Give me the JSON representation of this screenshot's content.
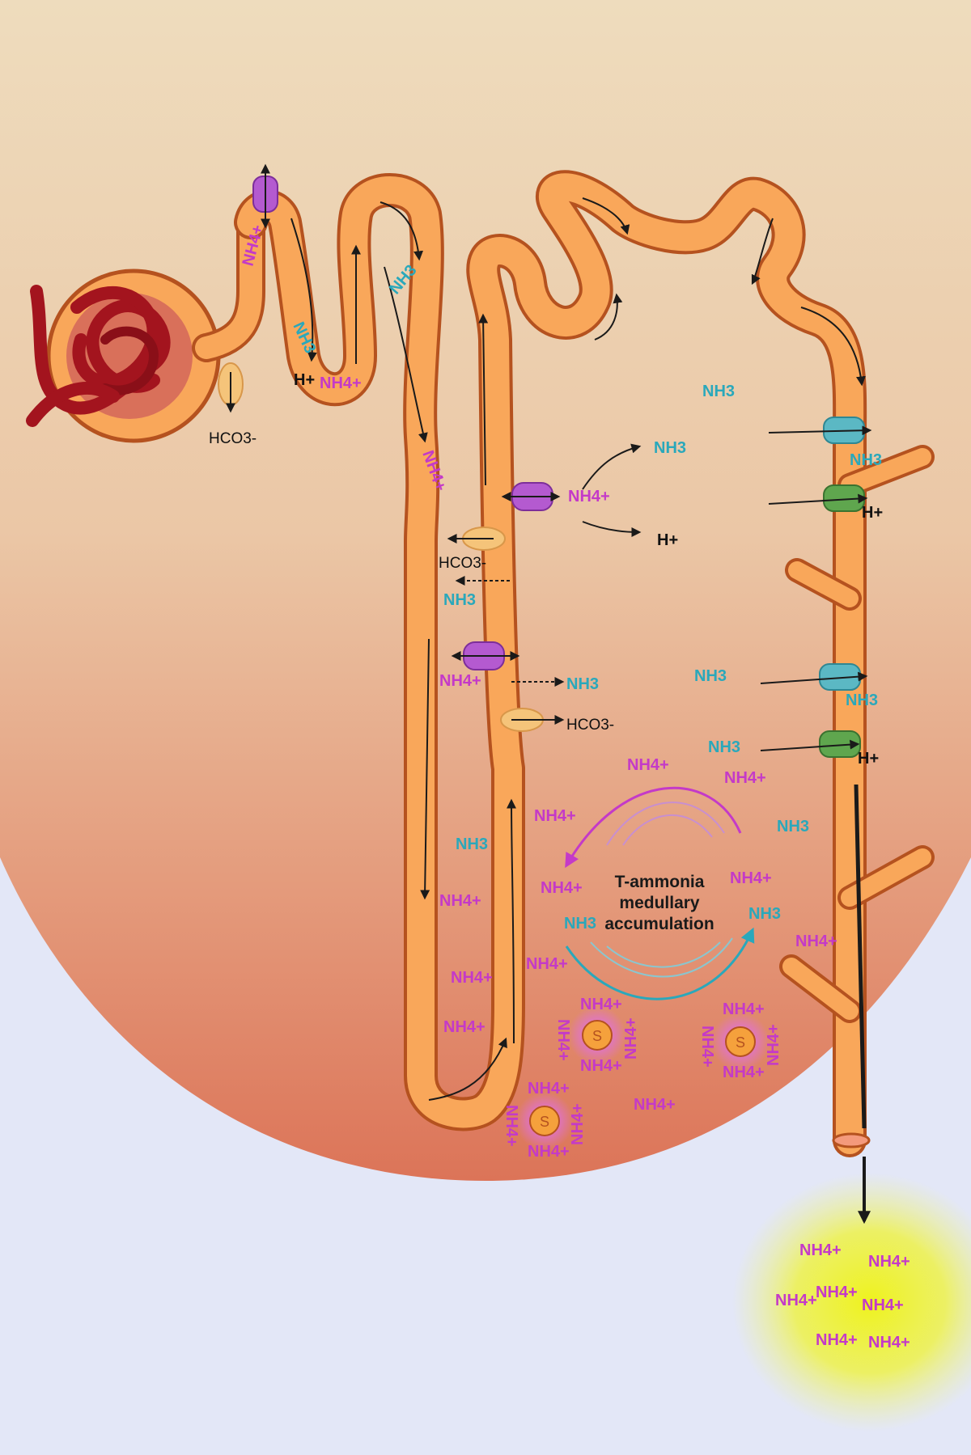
{
  "colors": {
    "cortex_top": "#eedcbd",
    "medulla_bottom": "#dc7458",
    "background": "#e3e7f7",
    "tubule": "#f9a75a",
    "tubule_outline": "#b5521f",
    "glomerulus": "#a3141e",
    "nh3": "#2aa8bb",
    "nh4": "#c43ac8",
    "urine_glow": "#eef21e",
    "transporter_purple": "#b45ad0",
    "transporter_cyan": "#5bb8c4",
    "transporter_green": "#5fa64e",
    "transporter_tan": "#f5c47a"
  },
  "labels": {
    "nh3": "NH3",
    "nh4": "NH4+",
    "h": "H+",
    "hco3": "HCO3-"
  },
  "title": {
    "line1": "T-ammonia",
    "line2": "medullary",
    "line3": "accumulation"
  },
  "icons": {
    "glomerulus": "glomerulus-icon",
    "solute": "S"
  }
}
